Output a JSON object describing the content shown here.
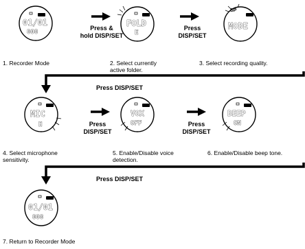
{
  "steps": [
    {
      "caption": "1. Recorder Mode",
      "line1": "01/01",
      "line2": "000"
    },
    {
      "caption": "2. Select currently active folder.",
      "line1": "FOLD",
      "line2": "E"
    },
    {
      "caption": "3. Select recording quality.",
      "line1": "MODE",
      "line2": "",
      "badge": "SP"
    },
    {
      "caption": "4. Select microphone sensitivity.",
      "line1": "MIC",
      "line2": "H"
    },
    {
      "caption": "5. Enable/Disable voice detection.",
      "line1": "VOX",
      "line2": "OFF"
    },
    {
      "caption": "6. Enable/Disable beep tone.",
      "line1": "BEEP",
      "line2": "ON"
    },
    {
      "caption": "7. Return to Recorder Mode",
      "line1": "01/01",
      "line2": "000"
    }
  ],
  "actions": {
    "step1_to_2_line1": "Press &",
    "step1_to_2_line2": "hold DISP/SET",
    "press_line1": "Press",
    "press_line2": "DISP/SET",
    "row_connector": "Press DISP/SET"
  },
  "colors": {
    "ink": "#000000",
    "background": "#ffffff"
  }
}
